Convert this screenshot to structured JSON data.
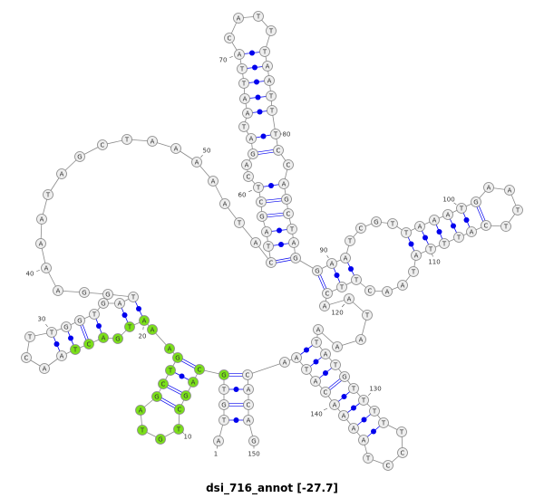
{
  "title": "dsi_716_annot",
  "energy": "[-27.7]",
  "sequence": "ATGTGCAGCTGTAGCTGAAATGACTAACTTGGTGATGGAAAATAGCTAAAAATACTAGCTCAGATAATTACATTTAATTTCCAGCTAGGAATCGTTAAATGAATTCATTTATAACTTCAATAAATATGTTTTTCCTAAAACATAACACAG",
  "highlight": {
    "from": 5,
    "to": 25,
    "color": "#7be01a"
  },
  "colors": {
    "node_fill": "#eeeeee",
    "pair": "#0000ee",
    "backbone": "#888888"
  },
  "position_labels": [
    "1",
    "10",
    "20",
    "30",
    "40",
    "50",
    "60",
    "70",
    "80",
    "90",
    "100",
    "110",
    "120",
    "130",
    "140",
    "150"
  ],
  "pairs": [
    [
      2,
      149
    ],
    [
      3,
      148
    ],
    [
      4,
      147
    ],
    [
      5,
      146
    ],
    [
      6,
      17
    ],
    [
      7,
      16
    ],
    [
      8,
      15
    ],
    [
      9,
      14
    ],
    [
      20,
      36
    ],
    [
      21,
      35
    ],
    [
      23,
      33
    ],
    [
      24,
      32
    ],
    [
      25,
      31
    ],
    [
      26,
      30
    ],
    [
      55,
      88
    ],
    [
      56,
      87
    ],
    [
      57,
      86
    ],
    [
      58,
      85
    ],
    [
      59,
      84
    ],
    [
      60,
      83
    ],
    [
      63,
      81
    ],
    [
      64,
      80
    ],
    [
      66,
      79
    ],
    [
      67,
      78
    ],
    [
      68,
      77
    ],
    [
      69,
      76
    ],
    [
      70,
      75
    ],
    [
      89,
      118
    ],
    [
      90,
      117
    ],
    [
      91,
      116
    ],
    [
      96,
      111
    ],
    [
      97,
      110
    ],
    [
      98,
      109
    ],
    [
      99,
      108
    ],
    [
      100,
      107
    ],
    [
      101,
      106
    ],
    [
      125,
      144
    ],
    [
      126,
      143
    ],
    [
      127,
      142
    ],
    [
      128,
      141
    ],
    [
      129,
      140
    ],
    [
      130,
      139
    ],
    [
      131,
      138
    ],
    [
      132,
      137
    ]
  ]
}
